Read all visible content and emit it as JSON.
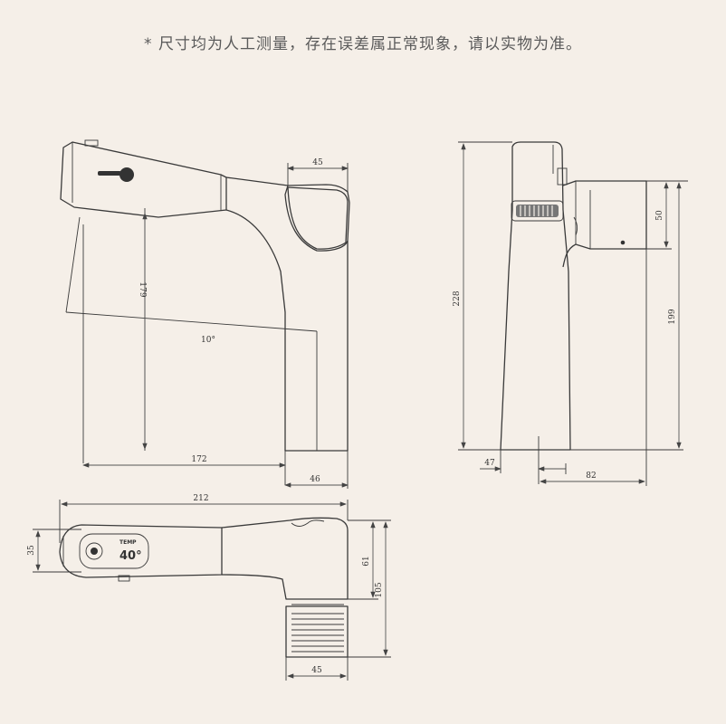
{
  "note": "* 尺寸均为人工测量，存在误差属正常现象，请以实物为准。",
  "views": {
    "side": {
      "top_width": "45",
      "height": "179",
      "angle": "10°",
      "depth": "172",
      "base": "46"
    },
    "front": {
      "total_height": "228",
      "spout_height": "199",
      "handle_height": "50",
      "base": "47",
      "reach": "82"
    },
    "top": {
      "length": "212",
      "head": "35",
      "body": "61",
      "total": "105",
      "bottom": "45"
    }
  },
  "display": {
    "label": "TEMP",
    "value": "40°"
  }
}
